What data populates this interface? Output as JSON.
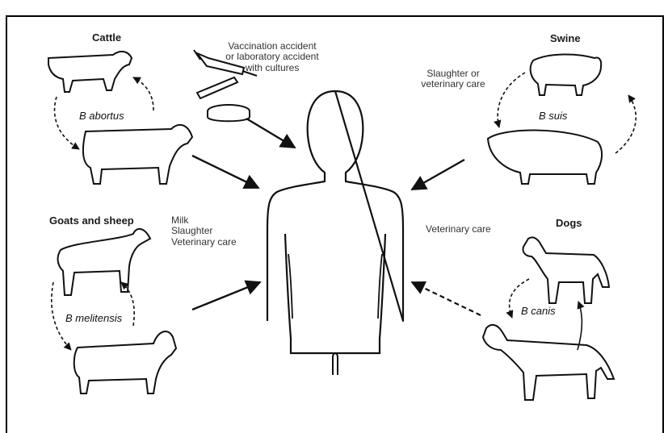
{
  "groups": {
    "cattle": {
      "title": "Cattle",
      "species": "B abortus"
    },
    "swine": {
      "title": "Swine",
      "species": "B suis"
    },
    "goats": {
      "title": "Goats and sheep",
      "species": "B melitensis"
    },
    "dogs": {
      "title": "Dogs",
      "species": "B canis"
    }
  },
  "routes": {
    "vaccination": [
      "Vaccination accident",
      "or laboratory accident",
      "with cultures"
    ],
    "swine": [
      "Slaughter or",
      "veterinary care"
    ],
    "goats": [
      "Milk",
      "Slaughter",
      "Veterinary care"
    ],
    "dogs": "Veterinary care"
  },
  "colors": {
    "ink": "#111111",
    "frame": "#000000",
    "background": "#ffffff"
  }
}
